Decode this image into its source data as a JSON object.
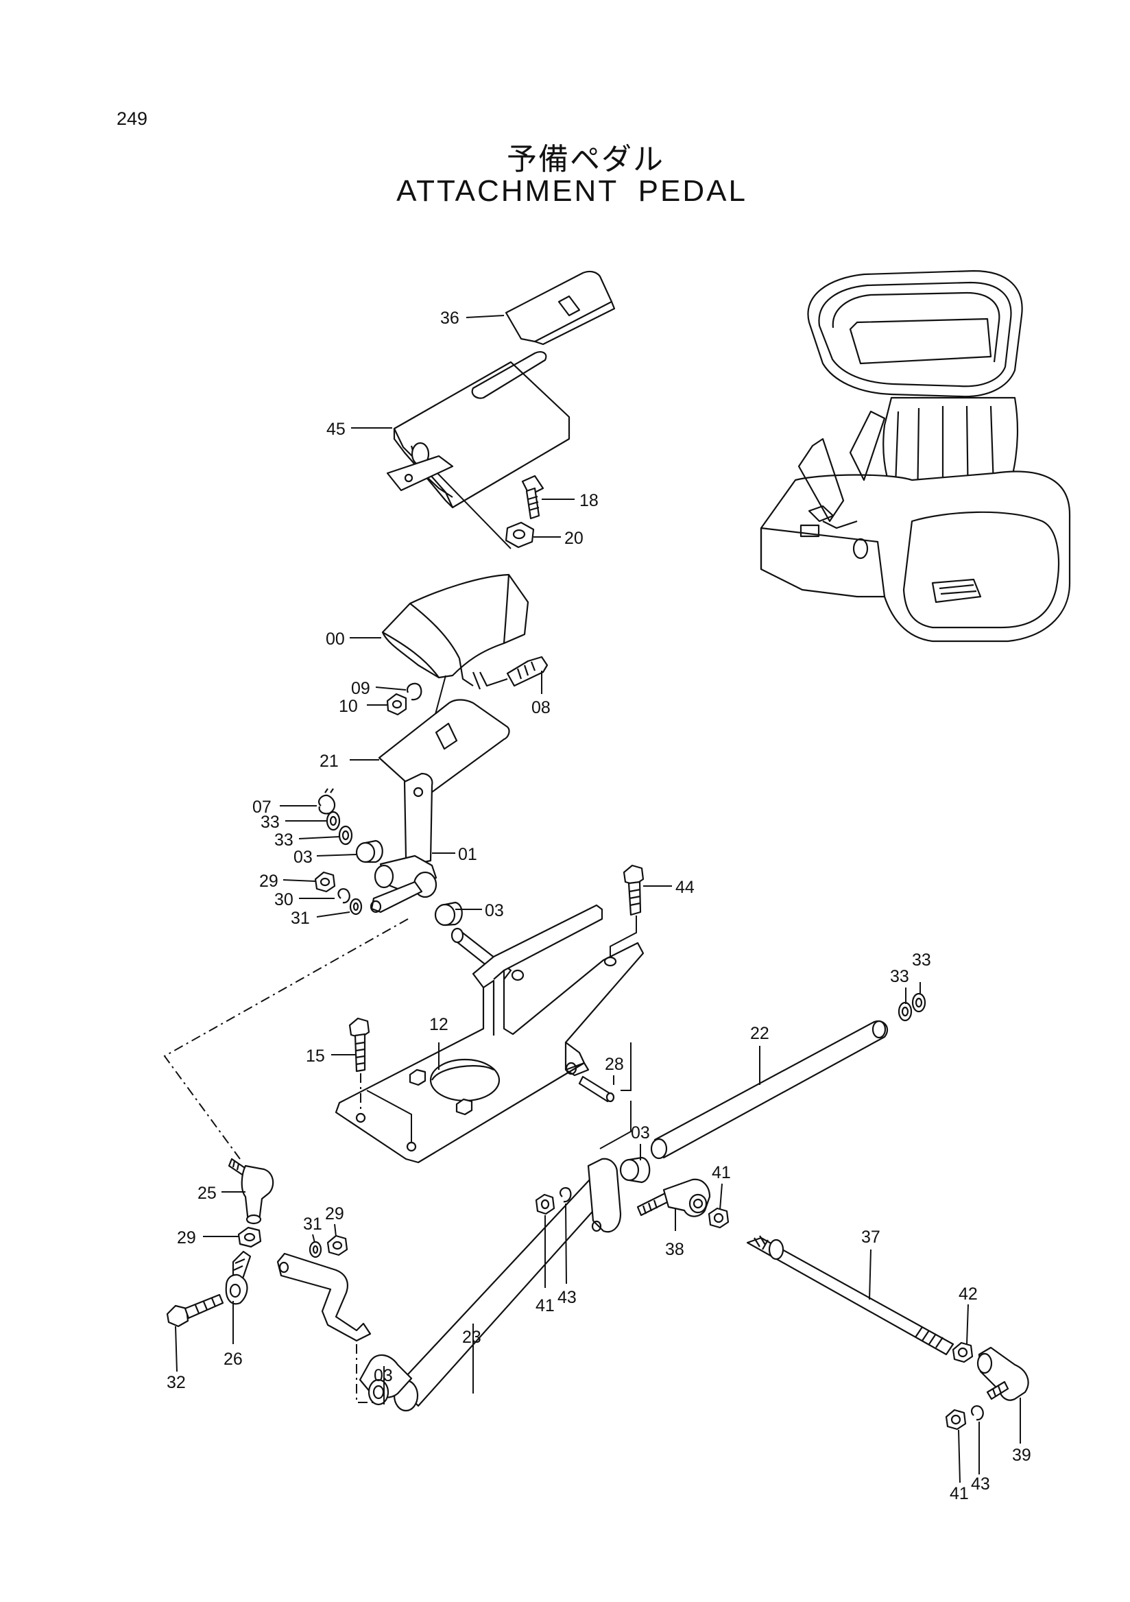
{
  "page_number": "249",
  "title_jp": "予備ペダル",
  "title_en": "ATTACHMENT  PEDAL",
  "labels": {
    "p36": "36",
    "p45": "45",
    "p18": "18",
    "p20": "20",
    "p00": "00",
    "p09": "09",
    "p10": "10",
    "p08": "08",
    "p21": "21",
    "p07": "07",
    "p33a": "33",
    "p33b": "33",
    "p03a": "03",
    "p01": "01",
    "p29a": "29",
    "p30": "30",
    "p31a": "31",
    "p03b": "03",
    "p44": "44",
    "p12": "12",
    "p15": "15",
    "p28": "28",
    "p22": "22",
    "p33c": "33",
    "p33d": "33",
    "p03c": "03",
    "p41a": "41",
    "p25": "25",
    "p31b": "31",
    "p29b": "29",
    "p29c": "29",
    "p38": "38",
    "p37": "37",
    "p41b": "41",
    "p43a": "43",
    "p23": "23",
    "p26": "26",
    "p32": "32",
    "p03d": "03",
    "p42": "42",
    "p39": "39",
    "p41c": "41",
    "p43b": "43"
  }
}
